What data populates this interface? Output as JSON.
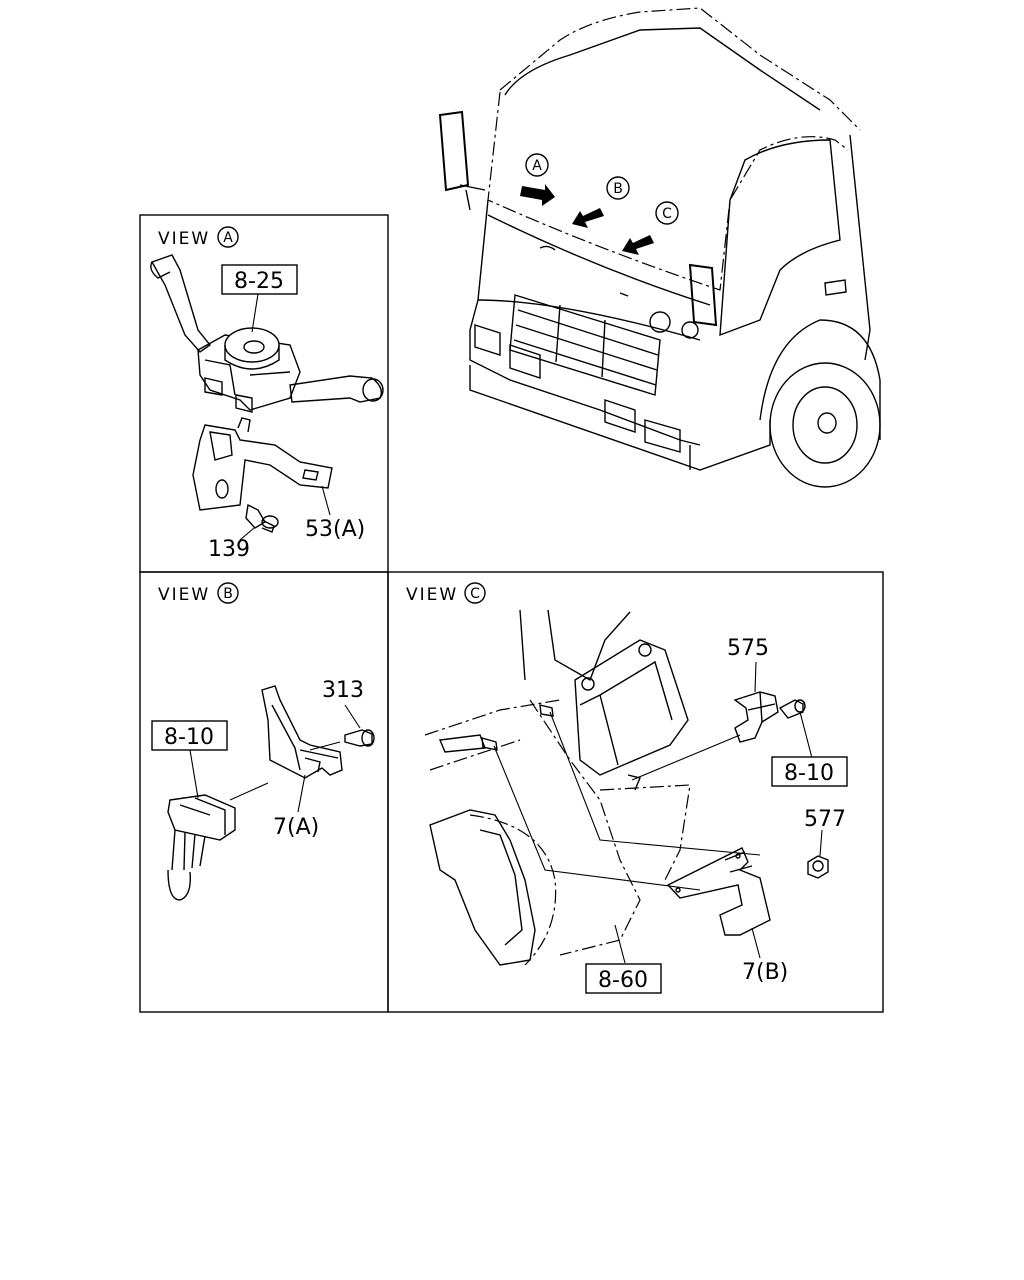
{
  "views": {
    "a": {
      "prefix": "VIEW",
      "letter": "A"
    },
    "b": {
      "prefix": "VIEW",
      "letter": "B"
    },
    "c": {
      "prefix": "VIEW",
      "letter": "C"
    }
  },
  "truck_markers": [
    "A",
    "B",
    "C"
  ],
  "parts": {
    "a_8_25": "8-25",
    "a_53a": "53(A)",
    "a_139": "139",
    "b_313": "313",
    "b_8_10": "8-10",
    "b_7a": "7(A)",
    "c_575": "575",
    "c_8_10": "8-10",
    "c_577": "577",
    "c_8_60": "8-60",
    "c_7b": "7(B)"
  }
}
